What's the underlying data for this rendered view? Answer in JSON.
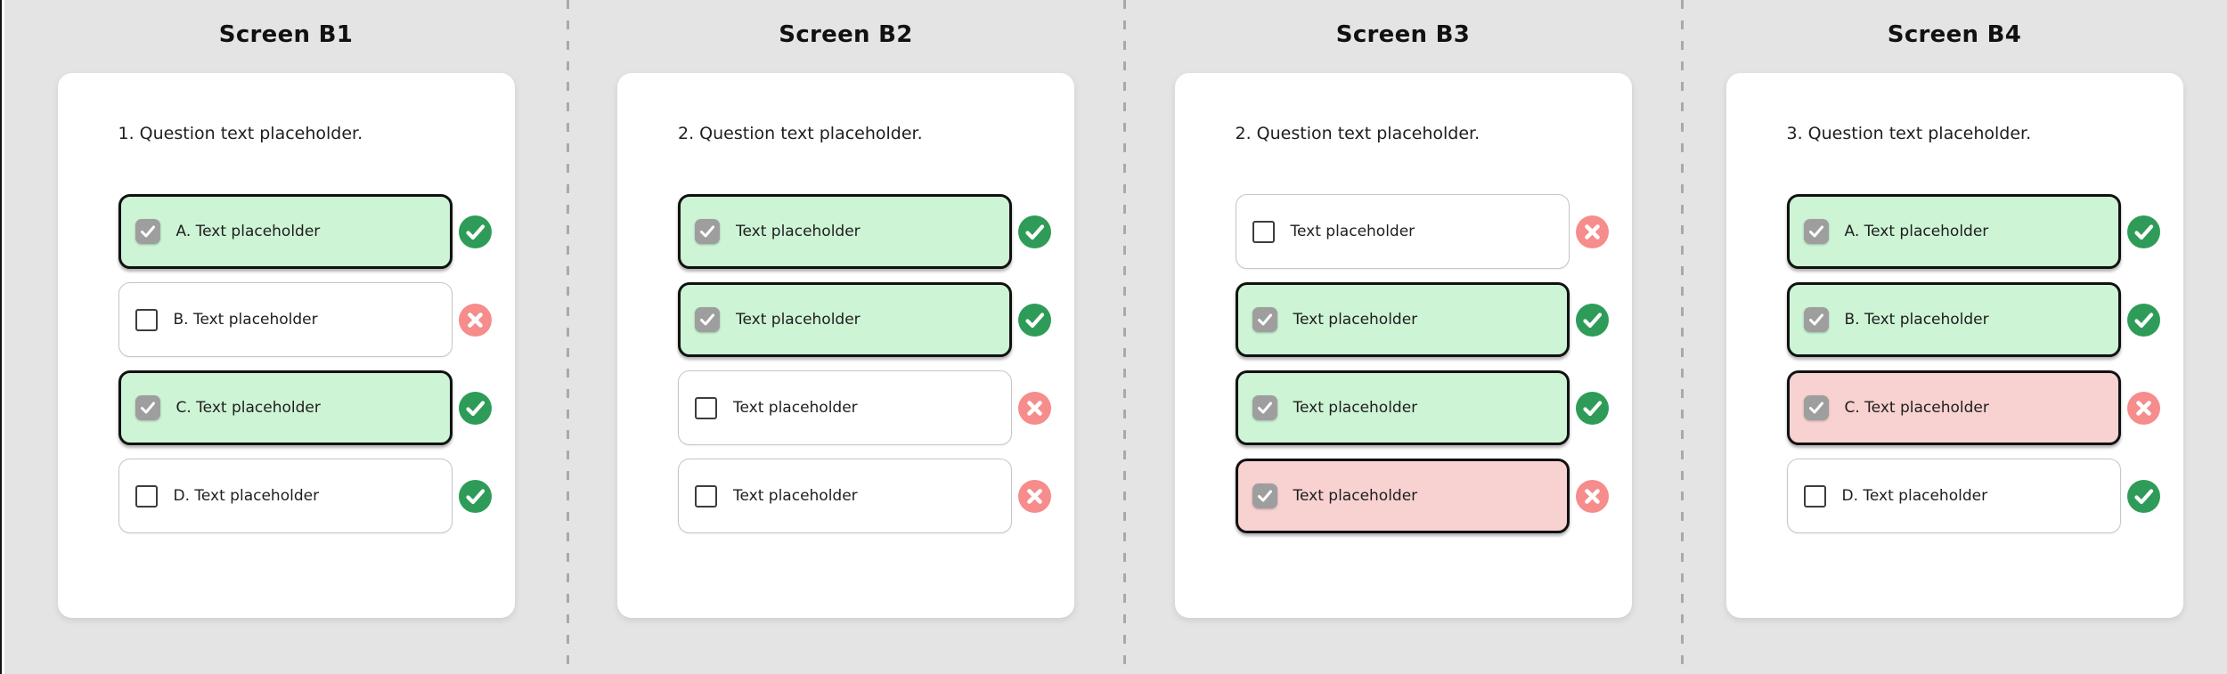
{
  "frame": {
    "background": "#e5e4e4",
    "divider_color": "#a9a9a9",
    "edge_color": "#151515"
  },
  "colors": {
    "frame_bg": "#e5e4e4",
    "divider_color": "#a9a9a9",
    "edge_color": "#151515",
    "card_bg": "#ffffff",
    "text_color": "#1e1e1e",
    "correct_bg": "#cdf4d5",
    "wrong_bg": "#f8d1d1",
    "unselected_bg": "#ffffff",
    "selected_border": "#111111",
    "unselected_border": "#c6c6c6",
    "checkbox_checked_fill": "#9e9e9e",
    "checkbox_unchecked_border": "#3d3d3d",
    "check_icon_color": "#2e9c58",
    "cross_icon_color": "#f68c8c"
  },
  "screens": [
    {
      "title": "Screen B1",
      "question": "1. Question text placeholder.",
      "options": [
        {
          "label": "A. Text placeholder",
          "checked": true,
          "state": "correct",
          "result": "check"
        },
        {
          "label": "B. Text placeholder",
          "checked": false,
          "state": "none",
          "result": "cross"
        },
        {
          "label": "C. Text placeholder",
          "checked": true,
          "state": "correct",
          "result": "check"
        },
        {
          "label": "D. Text placeholder",
          "checked": false,
          "state": "none",
          "result": "check"
        }
      ]
    },
    {
      "title": "Screen B2",
      "question": "2. Question text placeholder.",
      "options": [
        {
          "label": "Text placeholder",
          "checked": true,
          "state": "correct",
          "result": "check"
        },
        {
          "label": "Text placeholder",
          "checked": true,
          "state": "correct",
          "result": "check"
        },
        {
          "label": "Text placeholder",
          "checked": false,
          "state": "none",
          "result": "cross"
        },
        {
          "label": "Text placeholder",
          "checked": false,
          "state": "none",
          "result": "cross"
        }
      ]
    },
    {
      "title": "Screen B3",
      "question": "2. Question text placeholder.",
      "options": [
        {
          "label": "Text placeholder",
          "checked": false,
          "state": "none",
          "result": "cross"
        },
        {
          "label": "Text placeholder",
          "checked": true,
          "state": "correct",
          "result": "check"
        },
        {
          "label": "Text placeholder",
          "checked": true,
          "state": "correct",
          "result": "check"
        },
        {
          "label": "Text placeholder",
          "checked": true,
          "state": "wrong",
          "result": "cross"
        }
      ]
    },
    {
      "title": "Screen B4",
      "question": "3. Question text placeholder.",
      "options": [
        {
          "label": "A. Text placeholder",
          "checked": true,
          "state": "correct",
          "result": "check"
        },
        {
          "label": "B. Text placeholder",
          "checked": true,
          "state": "correct",
          "result": "check"
        },
        {
          "label": "C. Text placeholder",
          "checked": true,
          "state": "wrong",
          "result": "cross"
        },
        {
          "label": "D. Text placeholder",
          "checked": false,
          "state": "none",
          "result": "check"
        }
      ]
    }
  ]
}
